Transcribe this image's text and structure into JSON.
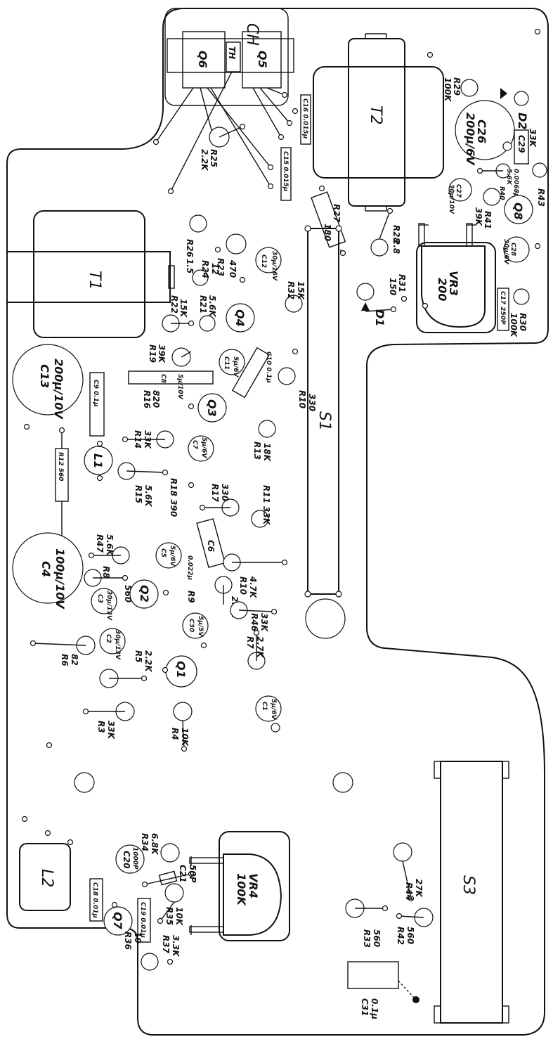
{
  "labels": {
    "CH": "CH",
    "Q6": "Q6",
    "Q5": "Q5",
    "TH": "TH",
    "T2": "T2",
    "T1": "T1",
    "R29": "R29",
    "R29v": "100K",
    "D2": "D2",
    "C26": "C26",
    "C26v": "200μ/6V",
    "C16": "C16 0.015μ",
    "C15": "C15 0.015μ",
    "R25": "R25",
    "R25v": "2.2K",
    "C29": "C29",
    "R43": "R43",
    "R43v": "33K",
    "R40": "R40",
    "R40v": "5.6K",
    "R40c": "0.0068μ",
    "C27": "C27",
    "C27v": "30μ/10V",
    "R41": "R41",
    "R41v": "39K",
    "Q8": "Q8",
    "R27": "R27",
    "R27v": "180",
    "R28": "R28",
    "R28v": "2.8",
    "C28": "C28",
    "C28v": "30μ/6V",
    "R26": "R26",
    "R26v": "1.5",
    "R24": "R24",
    "R24v": "12",
    "R23": "R23",
    "R23v": "470",
    "C12": "C12",
    "C12v": "30μ/16V",
    "R32": "R32",
    "R32v": "15K",
    "R31": "R31",
    "R31v": "150",
    "VR3": "VR3",
    "VR3v": "200",
    "D1": "D1",
    "C17": "C17 250P",
    "R30": "R30",
    "R30v": "100K",
    "R22": "R22",
    "R22v": "15K",
    "R21": "R21",
    "R21v": "5.6K",
    "Q4": "Q4",
    "C13": "C13",
    "C13v": "200μ/10V",
    "R19": "R19",
    "R19v": "39K",
    "C8": "C8",
    "C8v": "5μ/10V",
    "C11": "C11",
    "C11v": "5μ/6V",
    "C10": "C10 0.1μ",
    "R10": "R10",
    "R10v": "330",
    "C9": "C9 0.1μ",
    "R16": "R16",
    "R16v": "820",
    "Q3": "Q3",
    "S1": "S1",
    "R14": "R14",
    "R14v": "33K",
    "R13": "R13",
    "R13v": "18K",
    "L1": "L1",
    "C7": "C7",
    "C7v": "5μ/6V",
    "R15": "R15",
    "R15v": "5.6K",
    "R12": "R12 560",
    "R18": "R18 390",
    "R17": "R17",
    "R17v": "330",
    "R11": "R11 33K",
    "R47": "R47",
    "R47v": "5.6K",
    "C6": "C6",
    "C6v": "0.022μ",
    "C4": "C4",
    "C4v": "100μ/10V",
    "R8": "R8",
    "R8v": "560",
    "C5": "C5",
    "C5v": "5μ/6V",
    "R10b": "R10",
    "R10bv": "4.7K",
    "C3": "C3",
    "C3v": "30μ/13V",
    "Q2": "Q2",
    "R9": "R9",
    "R9v": "2.7K",
    "R46": "R46",
    "R46v": "33K",
    "R6": "R6",
    "R6v": "82",
    "C2": "C2",
    "C2v": "30μ/13V",
    "C30": "C30",
    "C30v": "5μ/5V",
    "R5": "R5",
    "R5v": "2.2K",
    "Q1": "Q1",
    "R7": "R7",
    "R7v": "2.7K",
    "R3": "R3",
    "R3v": "33K",
    "R4": "R4",
    "R4v": "10K",
    "C1": "C1",
    "C1v": "5μ/6V",
    "L2": "L2",
    "C20": "C20",
    "C20v": "1000P",
    "R34": "R34",
    "R34v": "6.8K",
    "C21": "C21",
    "C21v": "50P",
    "C18": "C18 0.01μ",
    "Q7": "Q7",
    "C19": "C19 0.01μ",
    "R35": "R35",
    "R35v": "10K",
    "VR4": "VR4",
    "VR4v": "100K",
    "R36": "R36",
    "R36v": "10",
    "R37": "R37",
    "R37v": "3.3K",
    "R44": "R44",
    "R44v": "27K",
    "R33": "R33",
    "R33v": "560",
    "R42": "R42",
    "R42v": "560",
    "S3": "S3",
    "C31": "C31",
    "C31v": "0.1μ"
  }
}
